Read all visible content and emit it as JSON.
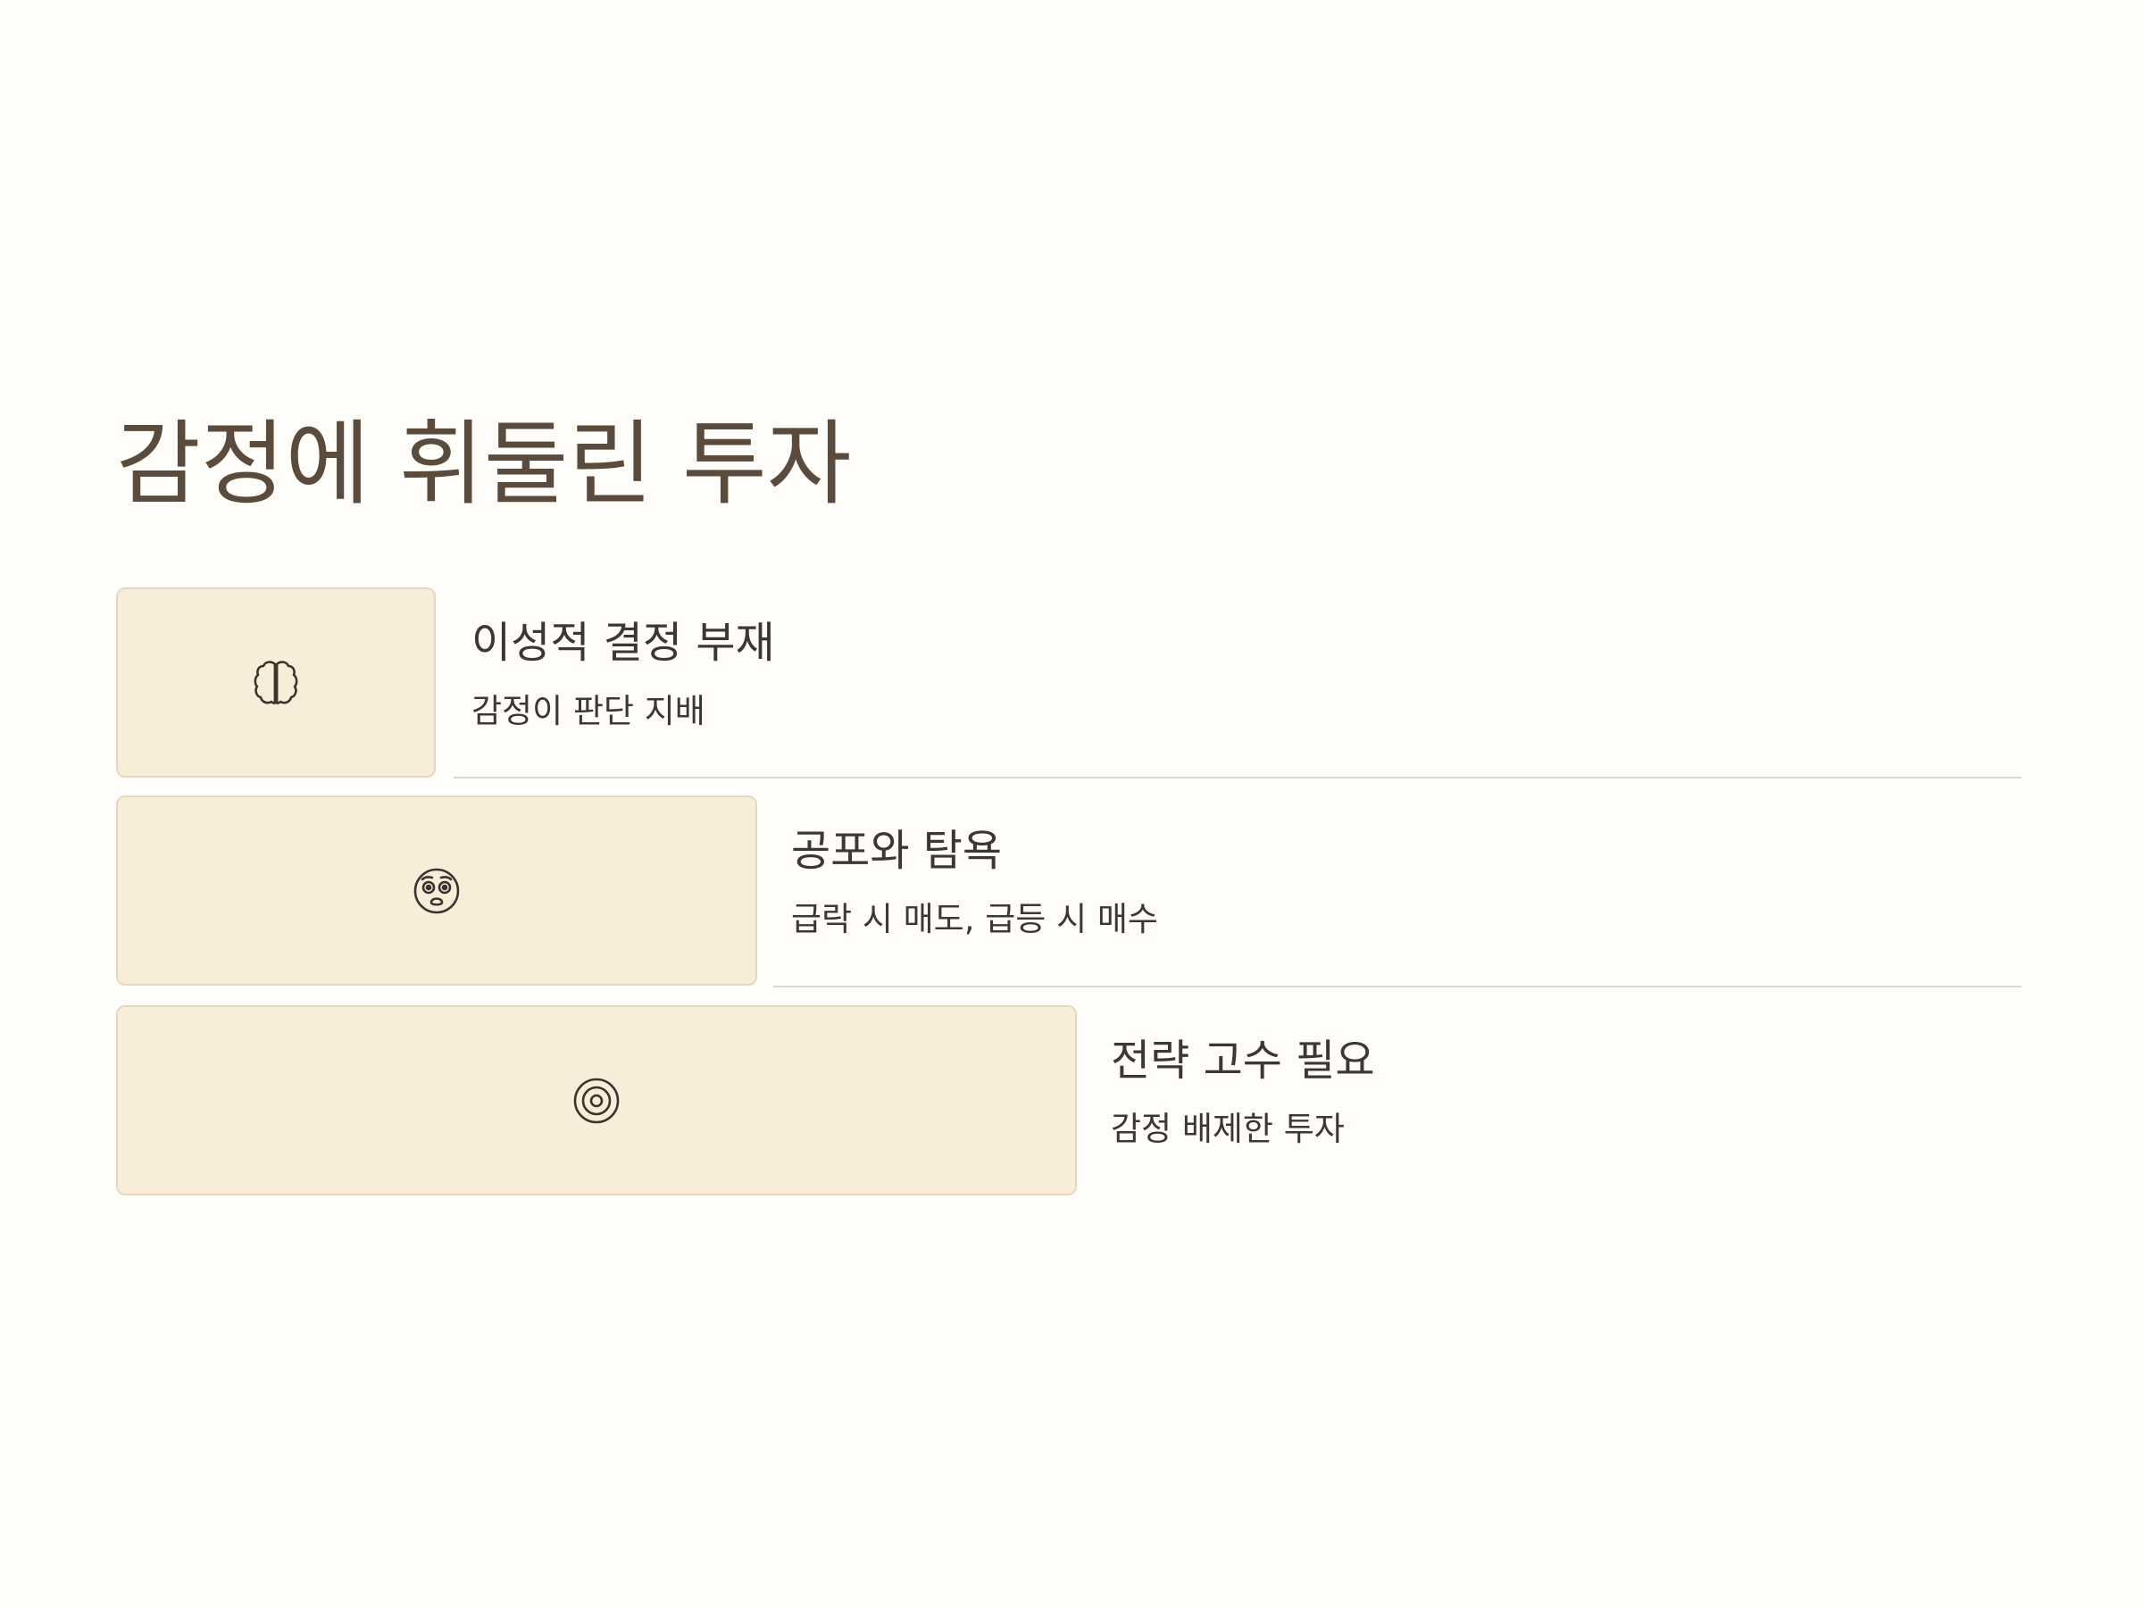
{
  "slide": {
    "title": "감정에 휘둘린 투자",
    "items": [
      {
        "icon": "brain-icon",
        "heading": "이성적 결정 부재",
        "description": "감정이 판단 지배"
      },
      {
        "icon": "fearful-face-icon",
        "heading": "공포와 탐욕",
        "description": "급락 시 매도, 급등 시 매수"
      },
      {
        "icon": "target-icon",
        "heading": "전략 고수 필요",
        "description": "감정 배제한 투자"
      }
    ]
  },
  "colors": {
    "background": "#FEFDFA",
    "title": "#5B4B3C",
    "box_fill": "#F8EDD9",
    "box_border": "#E6D8BF",
    "divider": "#D7DACB",
    "text": "#3E3630"
  }
}
